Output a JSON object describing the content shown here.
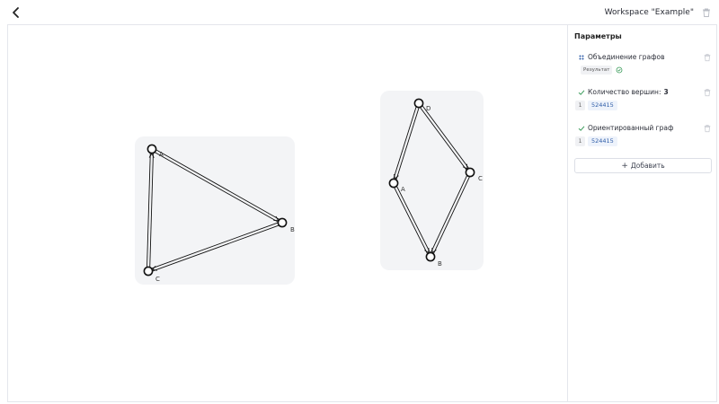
{
  "header": {
    "workspace_title": "Workspace \"Example\""
  },
  "panel": {
    "title": "Параметры",
    "params": [
      {
        "label": "Объединение графов",
        "chip": "Результат"
      },
      {
        "label": "Количество вершин:",
        "count": "3",
        "index": "1",
        "value": "524415"
      },
      {
        "label": "Ориентированный граф",
        "index": "1",
        "value": "524415"
      }
    ],
    "add_label": "Добавить"
  },
  "graphs": [
    {
      "nodes": [
        {
          "id": "A",
          "label": "A"
        },
        {
          "id": "B",
          "label": "B"
        },
        {
          "id": "C",
          "label": "C"
        }
      ],
      "edges": [
        [
          "A",
          "B"
        ],
        [
          "B",
          "C"
        ],
        [
          "C",
          "A"
        ]
      ]
    },
    {
      "nodes": [
        {
          "id": "D",
          "label": "D"
        },
        {
          "id": "C",
          "label": "C"
        },
        {
          "id": "A",
          "label": "A"
        },
        {
          "id": "B",
          "label": "B"
        }
      ],
      "edges": [
        [
          "D",
          "C"
        ],
        [
          "D",
          "A"
        ],
        [
          "C",
          "B"
        ],
        [
          "A",
          "B"
        ]
      ]
    }
  ],
  "colors": {
    "graph_bg": "#f3f4f6",
    "stroke": "#111111",
    "accent_blue": "#2f5da8",
    "check_green": "#3a9b5a"
  }
}
